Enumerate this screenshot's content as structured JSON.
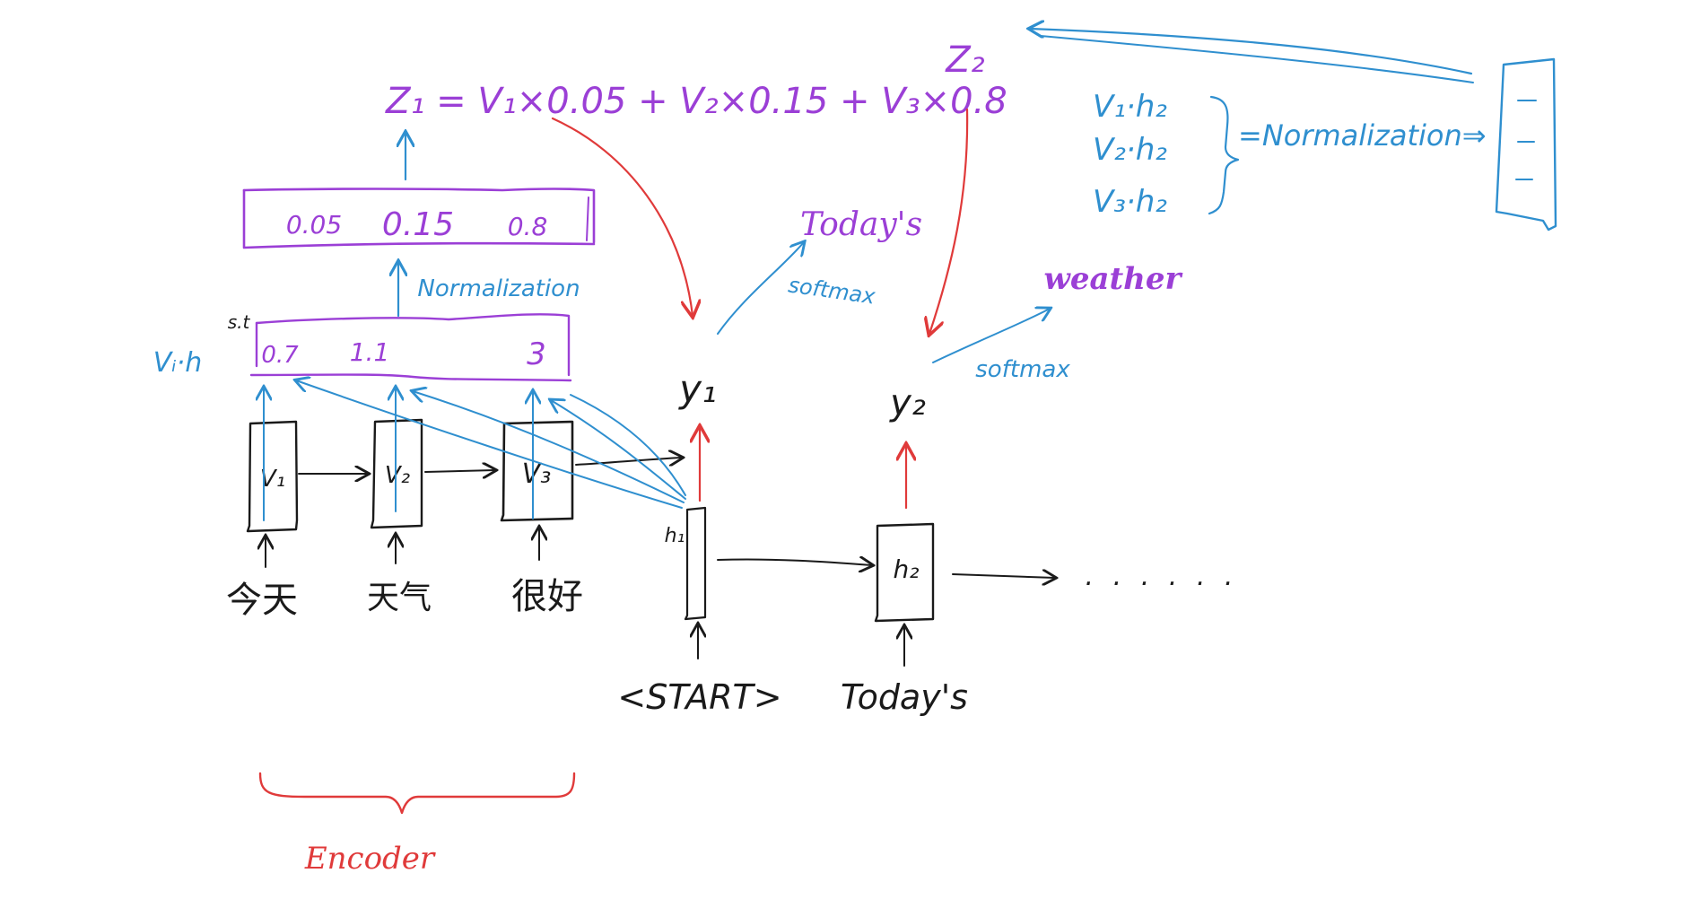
{
  "colors": {
    "ink": "#1a1a1a",
    "blue": "#2f8fcf",
    "purple": "#9b3fd6",
    "red": "#e03a3a"
  },
  "encoder": {
    "cells": [
      "V₁",
      "V₂",
      "V₃"
    ],
    "inputs": [
      "今天",
      "天气",
      "很好"
    ],
    "label": "Encoder"
  },
  "decoder": {
    "cells": [
      "h₁",
      "h₂"
    ],
    "inputs": [
      "<START>",
      "Today's"
    ],
    "outputs": [
      "y₁",
      "y₂"
    ],
    "ellipsis": ". . .   . . ."
  },
  "attention": {
    "score_label": "Vᵢ·h",
    "st_label": "s.t",
    "scores": [
      "0.7",
      "1.1",
      "3"
    ],
    "normalization_label": "Normalization",
    "weights": [
      "0.05",
      "0.15",
      "0.8"
    ],
    "z1_formula": "Z₁ = V₁×0.05 + V₂×0.15 + V₃×0.8"
  },
  "step2": {
    "z2_label": "Z₂",
    "dots": [
      "V₁·h₂",
      "V₂·h₂",
      "V₃·h₂"
    ],
    "normalization_label": "=Normalization⇒"
  },
  "predictions": {
    "word1": "Today's",
    "word2": "weather",
    "softmax1": "softmax",
    "softmax2": "softmax"
  }
}
